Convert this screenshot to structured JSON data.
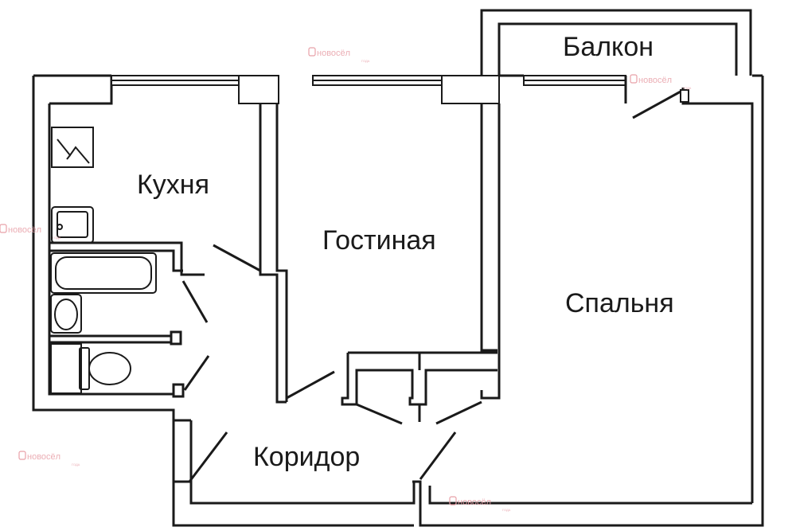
{
  "rooms": {
    "kitchen": "Кухня",
    "living_room": "Гостиная",
    "bedroom": "Спальня",
    "balcony": "Балкон",
    "corridor": "Коридор"
  },
  "watermark": {
    "brand": "новосёл",
    "sub": "ГОДА"
  }
}
